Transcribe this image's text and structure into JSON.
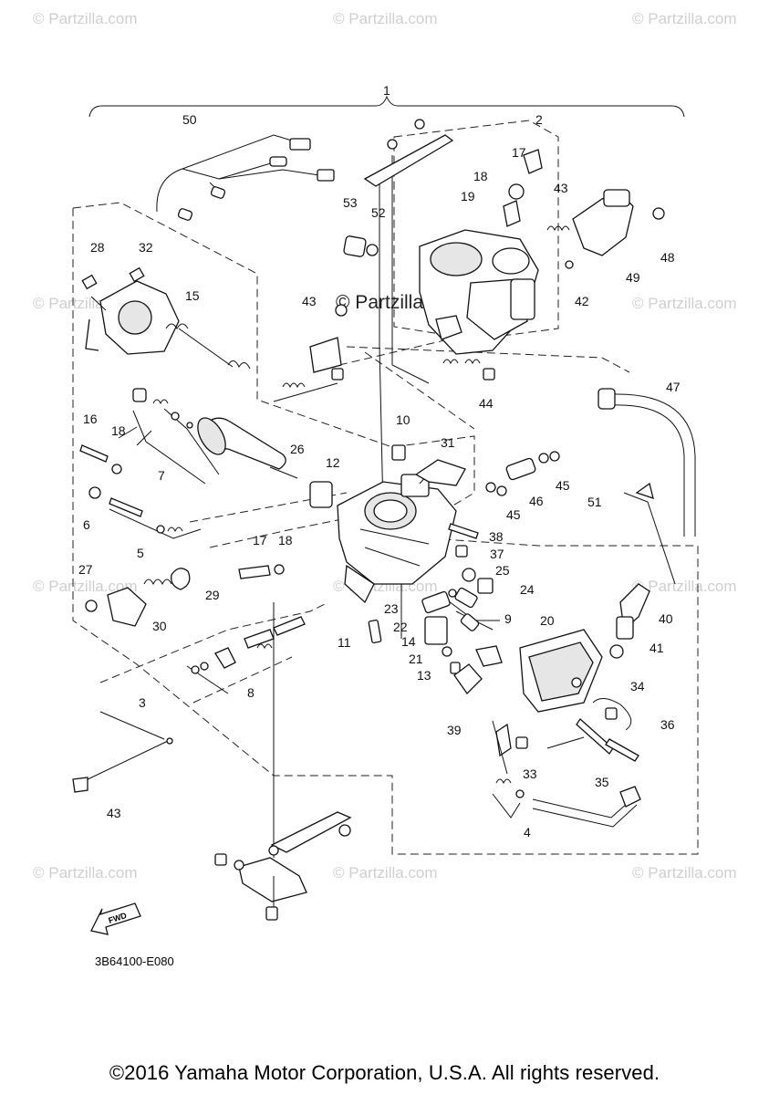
{
  "watermark": {
    "text": "© Partzilla.com",
    "center_text": "© Partzilla.com"
  },
  "callouts": [
    "1",
    "2",
    "3",
    "4",
    "5",
    "6",
    "7",
    "8",
    "9",
    "10",
    "11",
    "12",
    "13",
    "14",
    "15",
    "16",
    "17",
    "17",
    "18",
    "18",
    "18",
    "19",
    "20",
    "21",
    "22",
    "23",
    "24",
    "25",
    "26",
    "27",
    "28",
    "29",
    "30",
    "31",
    "32",
    "33",
    "34",
    "35",
    "36",
    "37",
    "38",
    "39",
    "40",
    "41",
    "42",
    "43",
    "43",
    "43",
    "44",
    "45",
    "45",
    "46",
    "47",
    "48",
    "49",
    "50",
    "51",
    "52",
    "53"
  ],
  "fwd_label": "FWD",
  "diagram_code": "3B64100-E080",
  "copyright": "©2016 Yamaha Motor Corporation, U.S.A. All rights reserved."
}
